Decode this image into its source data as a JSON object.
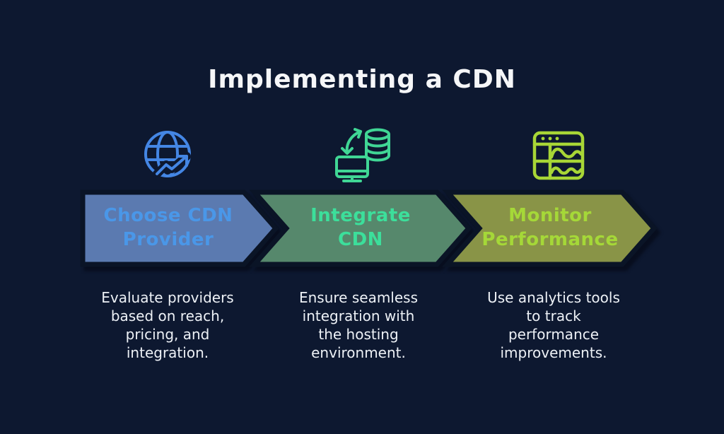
{
  "title": "Implementing a CDN",
  "steps": [
    {
      "label": "Choose CDN\nProvider",
      "description": "Evaluate providers\nbased on reach,\npricing, and\nintegration.",
      "icon": "globe-growth-icon"
    },
    {
      "label": "Integrate\nCDN",
      "description": "Ensure seamless\nintegration with\nthe hosting\nenvironment.",
      "icon": "monitor-database-sync-icon"
    },
    {
      "label": "Monitor\nPerformance",
      "description": "Use analytics tools\nto track\nperformance\nimprovements.",
      "icon": "analytics-dashboard-icon"
    }
  ],
  "theme": {
    "background": "#0d1830",
    "title_color": "#f5f6f8",
    "description_color": "#edf1f6",
    "outline": "#0a1426",
    "step1_fill": "#5b7ab0",
    "step1_text": "#4a97e8",
    "step1_icon": "#4486e4",
    "step2_fill": "#56886c",
    "step2_text": "#3cdf9b",
    "step2_icon": "#40d695",
    "step3_fill": "#899447",
    "step3_text": "#a5d838",
    "step3_icon": "#a8d636"
  }
}
